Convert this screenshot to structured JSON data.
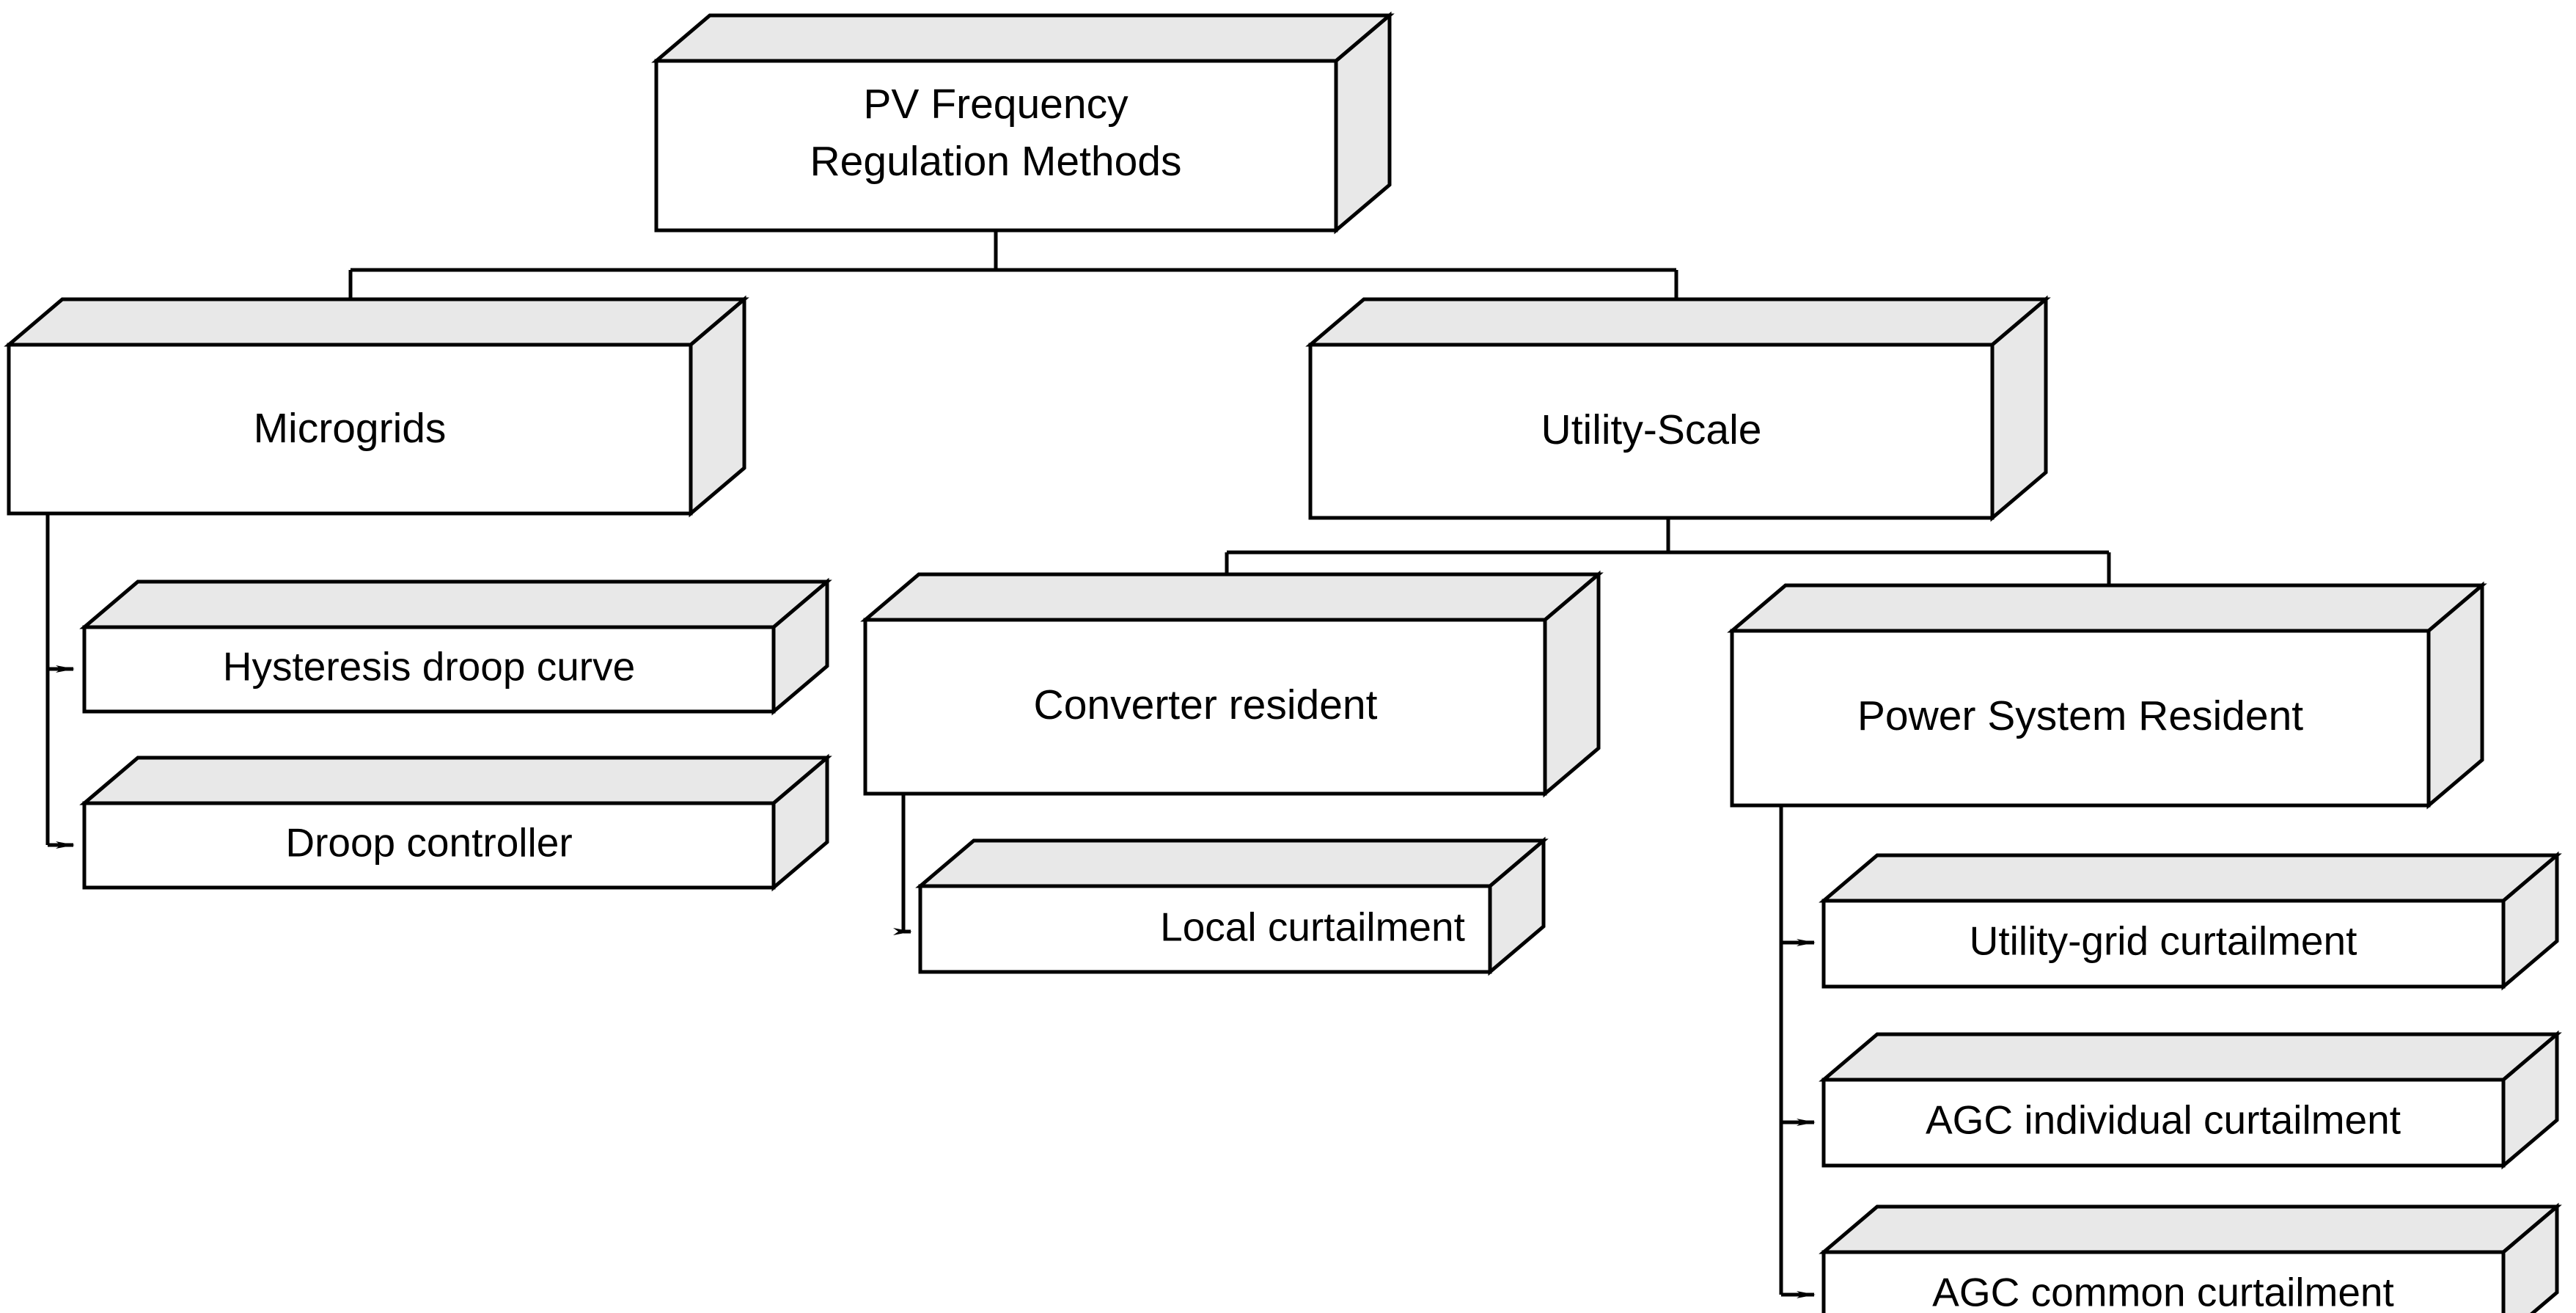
{
  "diagram": {
    "title": "PV Frequency Regulation Methods taxonomy",
    "style": {
      "box_face_color": "#ffffff",
      "box_shade_color": "#e8e8e8",
      "line_color": "#000000",
      "text_color": "#000000"
    },
    "nodes": {
      "root": {
        "label_line1": "PV Frequency",
        "label_line2": "Regulation Methods"
      },
      "microgrids": {
        "label": "Microgrids"
      },
      "utility_scale": {
        "label": "Utility-Scale"
      },
      "hysteresis": {
        "label": "Hysteresis droop curve"
      },
      "droop_controller": {
        "label": "Droop controller"
      },
      "converter_resident": {
        "label": "Converter resident"
      },
      "local_curtailment": {
        "label": "Local curtailment"
      },
      "power_system_resident": {
        "label": "Power System Resident"
      },
      "utility_grid_curtailment": {
        "label": "Utility-grid curtailment"
      },
      "agc_individual_curtailment": {
        "label": "AGC individual curtailment"
      },
      "agc_common_curtailment": {
        "label": "AGC common curtailment"
      }
    }
  },
  "chart_data": {
    "type": "tree",
    "title": "PV Frequency Regulation Methods",
    "orientation": "top-down",
    "node_shape": "3d-box",
    "levels": 3,
    "nodes": [
      {
        "id": "root",
        "label": "PV Frequency Regulation Methods",
        "level": 0,
        "parent": null
      },
      {
        "id": "microgrids",
        "label": "Microgrids",
        "level": 1,
        "parent": "root"
      },
      {
        "id": "utility_scale",
        "label": "Utility-Scale",
        "level": 1,
        "parent": "root"
      },
      {
        "id": "hysteresis",
        "label": "Hysteresis droop curve",
        "level": 2,
        "parent": "microgrids"
      },
      {
        "id": "droop_controller",
        "label": "Droop controller",
        "level": 2,
        "parent": "microgrids"
      },
      {
        "id": "converter_resident",
        "label": "Converter resident",
        "level": 2,
        "parent": "utility_scale"
      },
      {
        "id": "power_system_resident",
        "label": "Power System Resident",
        "level": 2,
        "parent": "utility_scale"
      },
      {
        "id": "local_curtailment",
        "label": "Local curtailment",
        "level": 3,
        "parent": "converter_resident"
      },
      {
        "id": "utility_grid_curtailment",
        "label": "Utility-grid curtailment",
        "level": 3,
        "parent": "power_system_resident"
      },
      {
        "id": "agc_individual_curtailment",
        "label": "AGC individual curtailment",
        "level": 3,
        "parent": "power_system_resident"
      },
      {
        "id": "agc_common_curtailment",
        "label": "AGC common curtailment",
        "level": 3,
        "parent": "power_system_resident"
      }
    ],
    "edges": [
      {
        "from": "root",
        "to": "microgrids",
        "style": "orthogonal-arrow"
      },
      {
        "from": "root",
        "to": "utility_scale",
        "style": "orthogonal-arrow"
      },
      {
        "from": "microgrids",
        "to": "hysteresis",
        "style": "orthogonal-arrow"
      },
      {
        "from": "microgrids",
        "to": "droop_controller",
        "style": "orthogonal-arrow"
      },
      {
        "from": "utility_scale",
        "to": "converter_resident",
        "style": "orthogonal-arrow"
      },
      {
        "from": "utility_scale",
        "to": "power_system_resident",
        "style": "orthogonal-arrow"
      },
      {
        "from": "converter_resident",
        "to": "local_curtailment",
        "style": "orthogonal-arrow"
      },
      {
        "from": "power_system_resident",
        "to": "utility_grid_curtailment",
        "style": "orthogonal-arrow"
      },
      {
        "from": "power_system_resident",
        "to": "agc_individual_curtailment",
        "style": "orthogonal-arrow"
      },
      {
        "from": "power_system_resident",
        "to": "agc_common_curtailment",
        "style": "orthogonal-arrow"
      }
    ]
  }
}
